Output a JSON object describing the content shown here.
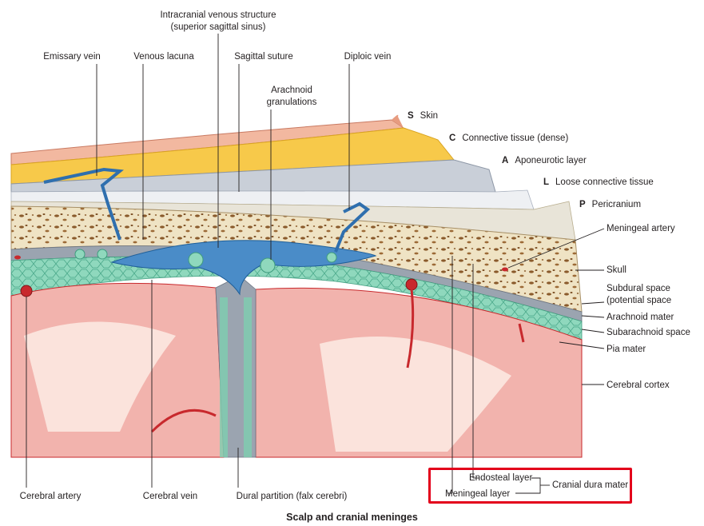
{
  "caption": "Scalp and cranial meninges",
  "labels": {
    "intracranial_line1": "Intracranial venous structure",
    "intracranial_line2": "(superior sagittal sinus)",
    "emissary_vein": "Emissary vein",
    "venous_lacuna": "Venous lacuna",
    "sagittal_suture": "Sagittal suture",
    "diploic_vein": "Diploic vein",
    "arachnoid_line1": "Arachnoid",
    "arachnoid_line2": "granulations",
    "scalp_layers": [
      {
        "letter": "S",
        "text": "Skin"
      },
      {
        "letter": "C",
        "text": "Connective tissue (dense)"
      },
      {
        "letter": "A",
        "text": "Aponeurotic layer"
      },
      {
        "letter": "L",
        "text": "Loose connective tissue"
      },
      {
        "letter": "P",
        "text": "Pericranium"
      }
    ],
    "meningeal_artery": "Meningeal artery",
    "skull": "Skull",
    "subdural_line1": "Subdural space",
    "subdural_line2": "(potential space",
    "arachnoid_mater": "Arachnoid mater",
    "subarachnoid_space": "Subarachnoid space",
    "pia_mater": "Pia mater",
    "cerebral_cortex": "Cerebral cortex",
    "endosteal_layer": "Endosteal layer",
    "meningeal_layer": "Meningeal layer",
    "cranial_dura_mater": "Cranial dura mater",
    "cerebral_artery": "Cerebral artery",
    "cerebral_vein": "Cerebral vein",
    "dural_partition": "Dural partition (falx cerebri)"
  },
  "colors": {
    "skin": "#f2b8a0",
    "connective": "#f7c94a",
    "aponeurosis": "#c9cfd8",
    "bone": "#efe3c4",
    "bone_spots": "#8a5a2b",
    "dura": "#9ba4b0",
    "sinus": "#4a8cc8",
    "subarachnoid": "#7fcfb0",
    "cortex": "#f2b3ad",
    "white_matter": "#fbe3dc",
    "artery": "#c8292d",
    "highlight_box": "#e3001b"
  }
}
